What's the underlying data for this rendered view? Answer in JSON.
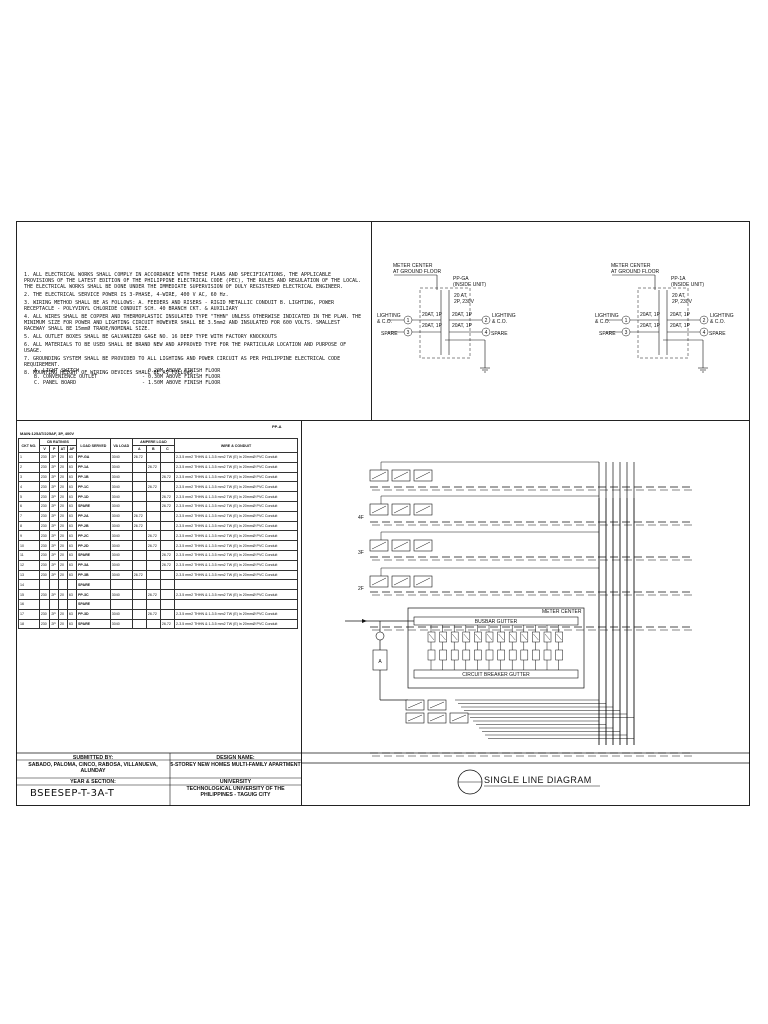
{
  "notes": [
    "1.  ALL ELECTRICAL WORKS SHALL COMPLY IN ACCORDANCE WITH THESE PLANS AND SPECIFICATIONS, THE APPLICABLE PROVISIONS OF THE LATEST EDITION OF THE PHILIPPINE ELECTRICAL CODE (PEC), THE RULES AND REGULATION OF THE LOCAL. THE ELECTRICAL WORKS SHALL BE DONE UNDER THE IMMEDIATE SUPERVISION OF DULY REGISTERED ELECTRICAL ENGINEER.",
    "2.  THE ELECTRICAL SERVICE POWER IS 3-PHASE, 4-WIRE, 400 V AC, 60 Hz.",
    "3.  WIRING METHOD SHALL BE AS FOLLOWS: A. FEEDERS AND RISERS - RIGID METALLIC CONDUIT  B. LIGHTING, POWER RECEPTACLE - POLYVINYL CHLORIDE CONDUIT SCH. 40 BRANCH CKT. & AUXILIARY",
    "4.  ALL WIRES SHALL BE COPPER AND THERMOPLASTIC INSULATED TYPE \"THHN\" UNLESS OTHERWISE INDICATED IN THE PLAN. THE MINIMUM SIZE FOR POWER AND LIGHTING CIRCUIT HOWEVER SHALL BE 3.5mm2 AND INSULATED FOR 600 VOLTS. SMALLEST RACEWAY SHALL BE 15mmØ TRADE/NOMINAL SIZE.",
    "5.  ALL OUTLET BOXES SHALL BE GALVANIZED GAGE NO. 16 DEEP TYPE WITH FACTORY KNOCKOUTS",
    "6.  ALL MATERIALS TO BE USED SHALL BE BRAND NEW AND APPROVED TYPE FOR THE PARTICULAR LOCATION AND PURPOSE OF USAGE.",
    "7.  GROUNDING SYSTEM SHALL BE PROVIDED TO ALL LIGHTING AND POWER CIRCUIT AS PER PHILIPPINE ELECTRICAL CODE REQUIREMENT.",
    "8.  MOUNTING HEIGHT OF WIRING DEVICES SHALL BE AS FOLLOWS :"
  ],
  "mounting": [
    {
      "item": "A. LIGHT SWITCH",
      "height": "- 0.20M ABOVE FINISH FLOOR"
    },
    {
      "item": "B. CONVENIENCE OUTLET",
      "height": "- 0.30M ABOVE FINISH FLOOR"
    },
    {
      "item": "C. PANEL BOARD",
      "height": "- 1.50M ABOVE FINISH FLOOR"
    }
  ],
  "schematics": [
    {
      "meter": "METER CENTER AT GROUND FLOOR",
      "panel": "PP-GA",
      "panel_note": "(INSIDE UNIT)",
      "main": "20 AT, 2P, 230V",
      "breaker_l": "20AT, 1P",
      "breaker_r": "20AT, 1P",
      "load_left": "LIGHTING & C.O.",
      "load_right": "LIGHTING & C.O.",
      "spare_left": "SPARE",
      "spare_right": "SPARE",
      "c1": "1",
      "c2": "2",
      "c3": "3",
      "c4": "4"
    },
    {
      "meter": "METER CENTER AT GROUND FLOOR",
      "panel": "PP-1A",
      "panel_note": "(INSIDE UNIT)",
      "main": "20 AT, 2P, 230V",
      "breaker_l": "20AT, 1P",
      "breaker_r": "20AT, 1P",
      "load_left": "LIGHTING & C.O.",
      "load_right": "LIGHTING & C.O.",
      "spare_left": "SPARE",
      "spare_right": "SPARE",
      "c1": "1",
      "c2": "2",
      "c3": "3",
      "c4": "4"
    }
  ],
  "panel_schedule": {
    "label": "PP-A",
    "main": "MAIN:125AT/225AF, 3P, 400V",
    "headers": [
      "CKT NO.",
      "CB RATINGS",
      "LOAD SERVED",
      "VA LOAD",
      "AMPERE LOAD",
      "WIRE & CONDUIT"
    ],
    "sub_headers": [
      "V",
      "P",
      "AT",
      "AF",
      "A",
      "B",
      "C"
    ],
    "rows": [
      {
        "no": "1",
        "v": "230",
        "p": "2P",
        "at": "20",
        "af": "63",
        "load": "PP-GA",
        "va": "3040",
        "a": "26.72",
        "b": "",
        "c": "",
        "wire": "2-3.5 mm2 THHN & 1-3.5 mm2 TW (E) in 20mmØ PVC Conduit"
      },
      {
        "no": "2",
        "v": "230",
        "p": "2P",
        "at": "20",
        "af": "63",
        "load": "PP-1A",
        "va": "3040",
        "a": "",
        "b": "26.72",
        "c": "",
        "wire": "2-3.5 mm2 THHN & 1-3.5 mm2 TW (E) in 20mmØ PVC Conduit"
      },
      {
        "no": "3",
        "v": "230",
        "p": "2P",
        "at": "20",
        "af": "63",
        "load": "PP-1B",
        "va": "3040",
        "a": "",
        "b": "",
        "c": "26.72",
        "wire": "2-3.5 mm2 THHN & 1-3.5 mm2 TW (E) in 20mmØ PVC Conduit"
      },
      {
        "no": "4",
        "v": "230",
        "p": "2P",
        "at": "20",
        "af": "63",
        "load": "PP-1C",
        "va": "3040",
        "a": "",
        "b": "26.72",
        "c": "",
        "wire": "2-3.5 mm2 THHN & 1-3.5 mm2 TW (E) in 20mmØ PVC Conduit"
      },
      {
        "no": "5",
        "v": "230",
        "p": "2P",
        "at": "20",
        "af": "63",
        "load": "PP-1D",
        "va": "3040",
        "a": "",
        "b": "",
        "c": "26.72",
        "wire": "2-3.5 mm2 THHN & 1-3.5 mm2 TW (E) in 20mmØ PVC Conduit"
      },
      {
        "no": "6",
        "v": "230",
        "p": "2P",
        "at": "20",
        "af": "63",
        "load": "SPARE",
        "va": "3040",
        "a": "",
        "b": "",
        "c": "26.72",
        "wire": "2-3.5 mm2 THHN & 1-3.5 mm2 TW (E) in 20mmØ PVC Conduit"
      },
      {
        "no": "7",
        "v": "230",
        "p": "2P",
        "at": "20",
        "af": "63",
        "load": "PP-2A",
        "va": "3040",
        "a": "26.72",
        "b": "",
        "c": "",
        "wire": "2-3.5 mm2 THHN & 1-3.5 mm2 TW (E) in 20mmØ PVC Conduit"
      },
      {
        "no": "8",
        "v": "230",
        "p": "2P",
        "at": "20",
        "af": "63",
        "load": "PP-2B",
        "va": "3040",
        "a": "26.72",
        "b": "",
        "c": "",
        "wire": "2-3.5 mm2 THHN & 1-3.5 mm2 TW (E) in 20mmØ PVC Conduit"
      },
      {
        "no": "9",
        "v": "230",
        "p": "2P",
        "at": "20",
        "af": "63",
        "load": "PP-2C",
        "va": "3040",
        "a": "",
        "b": "26.72",
        "c": "",
        "wire": "2-3.5 mm2 THHN & 1-3.5 mm2 TW (E) in 20mmØ PVC Conduit"
      },
      {
        "no": "10",
        "v": "230",
        "p": "2P",
        "at": "20",
        "af": "63",
        "load": "PP-2D",
        "va": "3040",
        "a": "",
        "b": "26.72",
        "c": "",
        "wire": "2-3.5 mm2 THHN & 1-3.5 mm2 TW (E) in 20mmØ PVC Conduit"
      },
      {
        "no": "11",
        "v": "230",
        "p": "2P",
        "at": "20",
        "af": "63",
        "load": "SPARE",
        "va": "3040",
        "a": "",
        "b": "",
        "c": "26.72",
        "wire": "2-3.5 mm2 THHN & 1-3.5 mm2 TW (E) in 20mmØ PVC Conduit"
      },
      {
        "no": "12",
        "v": "230",
        "p": "2P",
        "at": "20",
        "af": "63",
        "load": "PP-3A",
        "va": "3040",
        "a": "",
        "b": "",
        "c": "26.72",
        "wire": "2-3.5 mm2 THHN & 1-3.5 mm2 TW (E) in 20mmØ PVC Conduit"
      },
      {
        "no": "13",
        "v": "230",
        "p": "2P",
        "at": "20",
        "af": "63",
        "load": "PP-3B",
        "va": "3040",
        "a": "26.72",
        "b": "",
        "c": "",
        "wire": "2-3.5 mm2 THHN & 1-3.5 mm2 TW (E) in 20mmØ PVC Conduit"
      },
      {
        "no": "14",
        "v": "",
        "p": "",
        "at": "",
        "af": "",
        "load": "SPARE",
        "va": "",
        "a": "",
        "b": "",
        "c": "",
        "wire": ""
      },
      {
        "no": "15",
        "v": "230",
        "p": "2P",
        "at": "20",
        "af": "63",
        "load": "PP-3C",
        "va": "3040",
        "a": "",
        "b": "26.72",
        "c": "",
        "wire": "2-3.5 mm2 THHN & 1-3.5 mm2 TW (E) in 20mmØ PVC Conduit"
      },
      {
        "no": "16",
        "v": "",
        "p": "",
        "at": "",
        "af": "",
        "load": "SPARE",
        "va": "",
        "a": "",
        "b": "",
        "c": "",
        "wire": ""
      },
      {
        "no": "17",
        "v": "230",
        "p": "2P",
        "at": "20",
        "af": "63",
        "load": "PP-3D",
        "va": "3040",
        "a": "",
        "b": "26.72",
        "c": "",
        "wire": "2-3.5 mm2 THHN & 1-3.5 mm2 TW (E) in 20mmØ PVC Conduit"
      },
      {
        "no": "18",
        "v": "230",
        "p": "2P",
        "at": "20",
        "af": "63",
        "load": "SPARE",
        "va": "3040",
        "a": "",
        "b": "",
        "c": "26.72",
        "wire": "2-3.5 mm2 THHN & 1-3.5 mm2 TW (E) in 20mmØ PVC Conduit"
      }
    ]
  },
  "riser": {
    "floors": [
      "4F",
      "3F",
      "2F"
    ],
    "meter_center": "METER CENTER",
    "busbar": "BUSBAR GUTTER",
    "cb_gutter": "CIRCUIT BREAKER GUTTER",
    "main_label": "A"
  },
  "title_block": {
    "submitted_by_label": "SUBMITTED BY:",
    "submitted_by": "SABADO, PALOMA, CINCO, RABOSA, VILLANUEVA, ALUNDAY",
    "year_section_label": "YEAR & SECTION:",
    "year_section": "BSEESEP-T-3A-T",
    "design_name_label": "DESIGN NAME:",
    "design_name": "5-STOREY NEW HOMES MULTI-FAMILY APARTMENT",
    "university_label": "UNIVERSITY",
    "university": "TECHNOLOGICAL UNIVERSITY OF THE PHILIPPINES - TAGUIG CITY",
    "sheet_title": "SINGLE  LINE  DIAGRAM"
  }
}
